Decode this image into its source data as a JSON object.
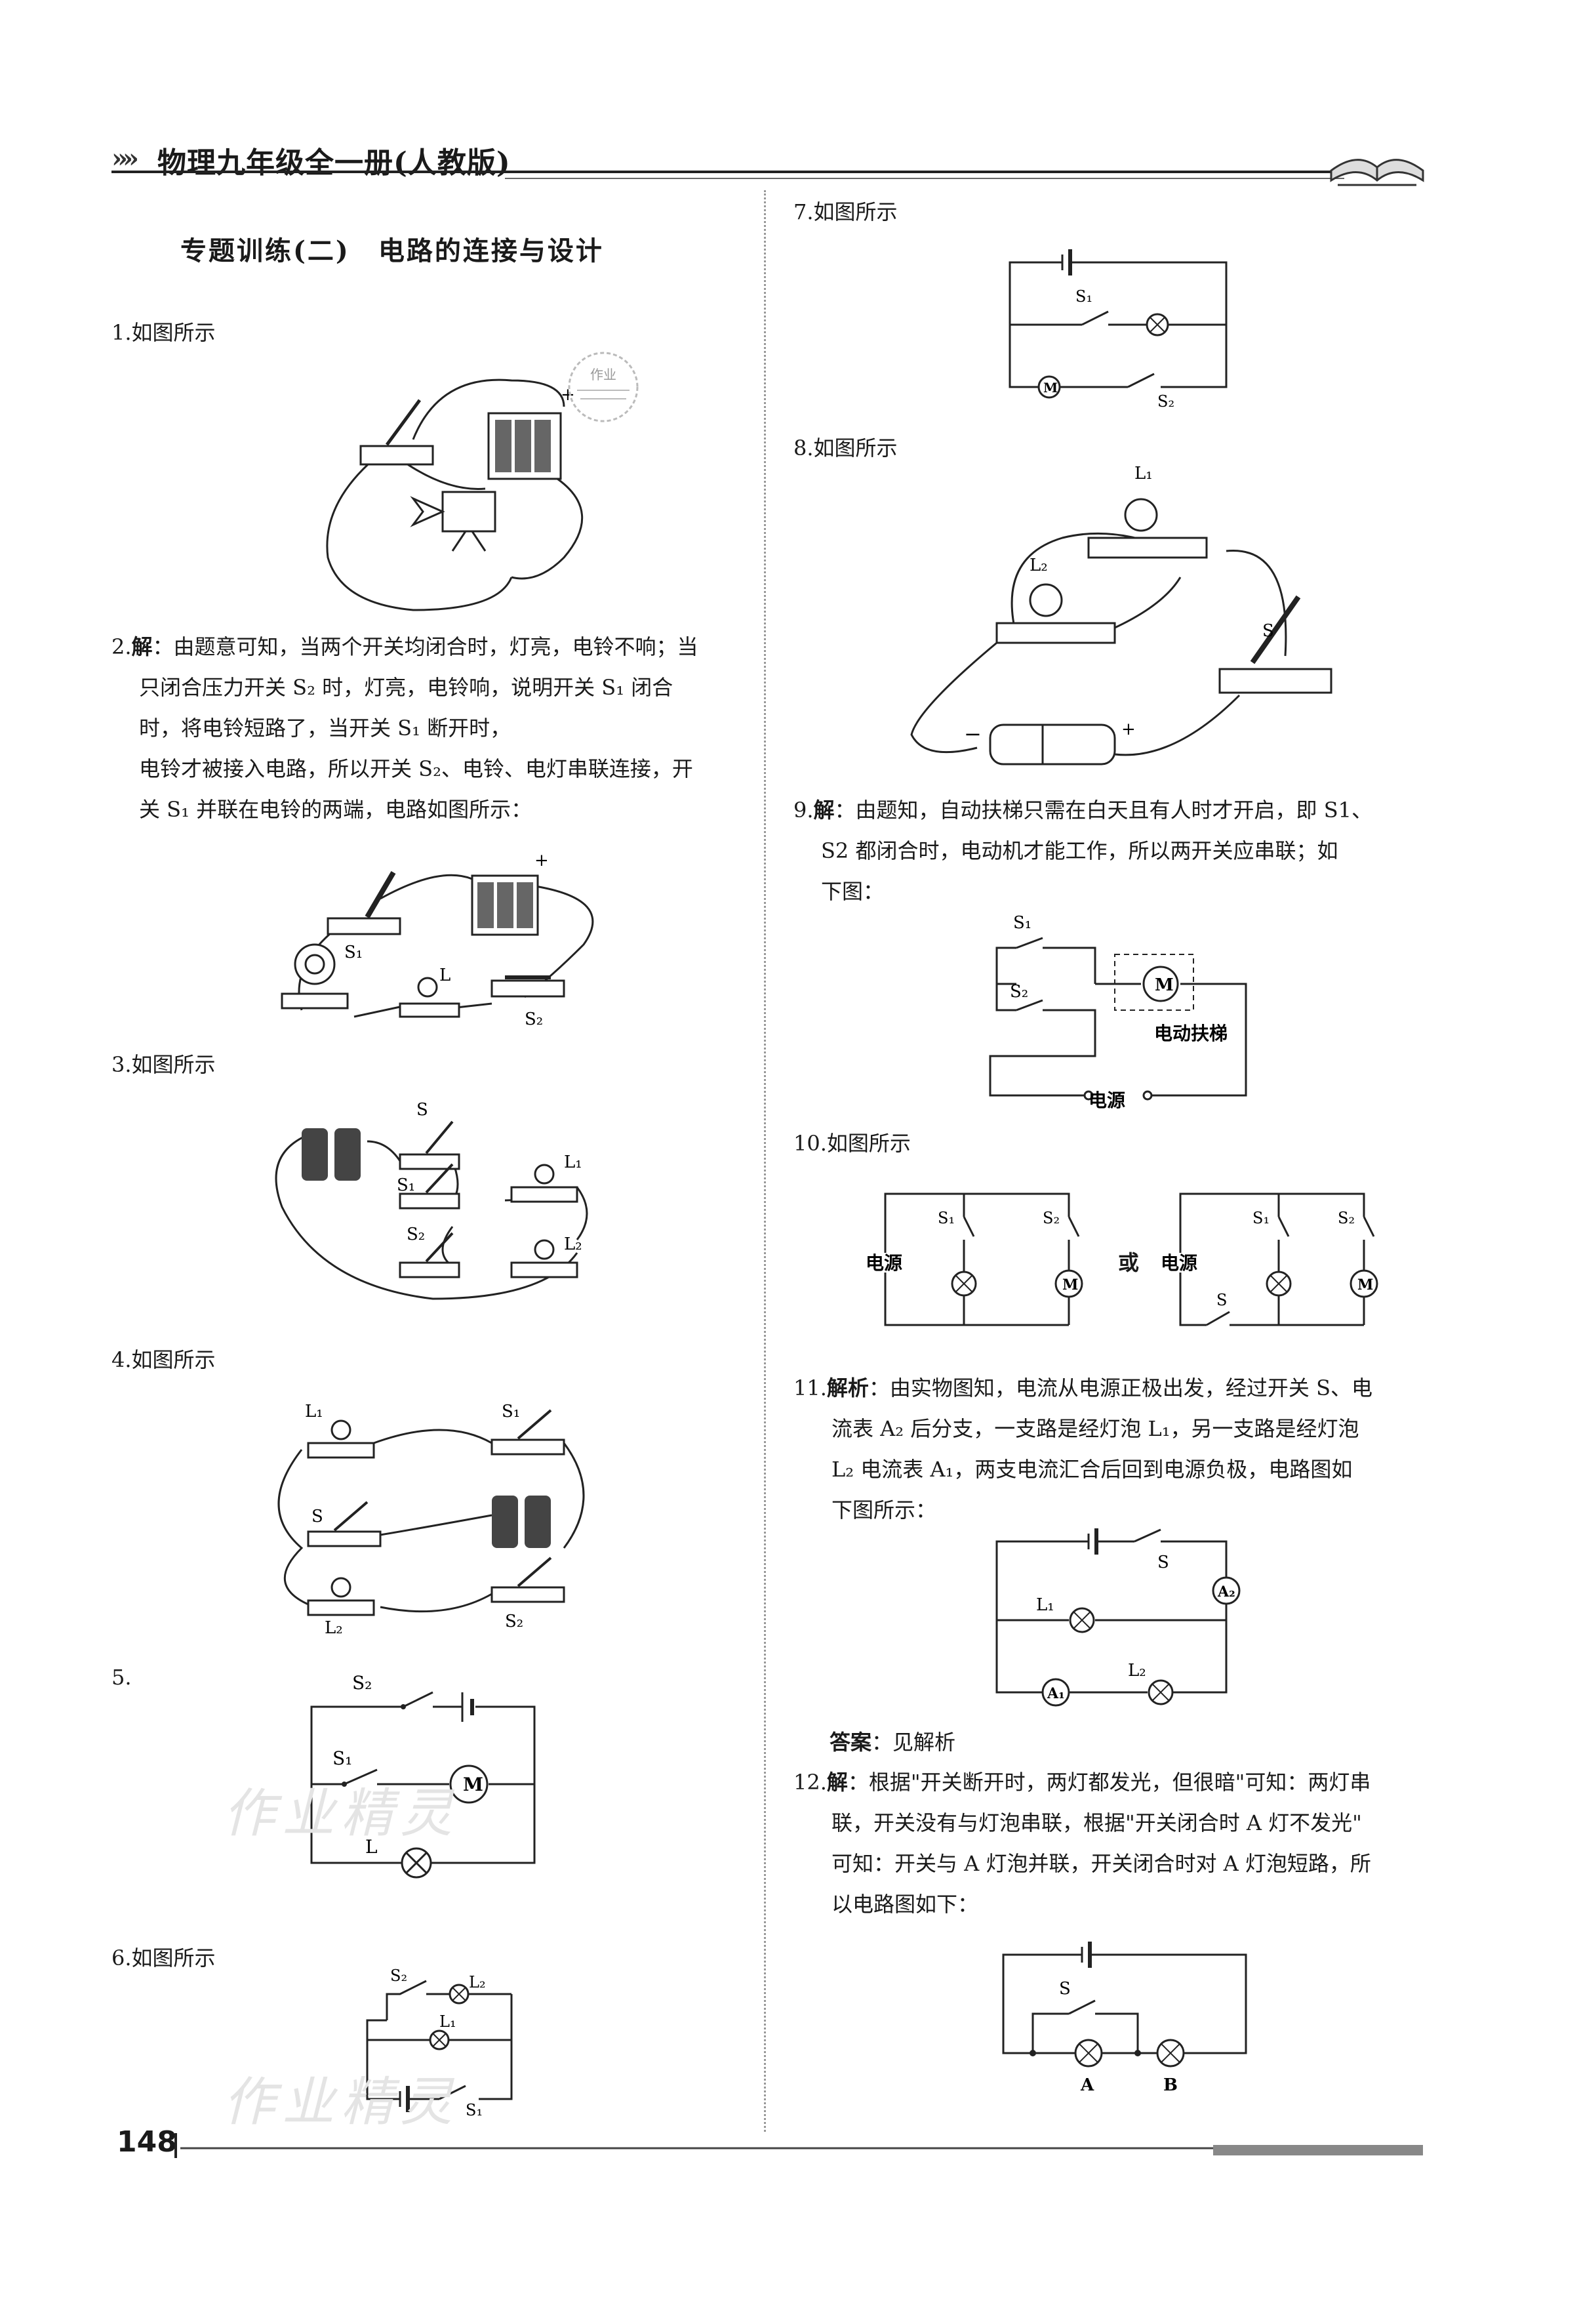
{
  "header": {
    "title": "物理九年级全一册(人教版)",
    "chevrons": "»»"
  },
  "section_title": "专题训练(二)　电路的连接与设计",
  "watermark": "作业精灵",
  "stamp_text": "作业",
  "left": {
    "q1": "1.如图所示",
    "q2": {
      "prefix": "2.",
      "bold": "解",
      "lines": [
        "：由题意可知，当两个开关均闭合时，灯亮，电铃不响；当",
        "只闭合压力开关 S₂ 时，灯亮，电铃响，说明开关 S₁ 闭合",
        "时，将电铃短路了，当开关 S₁ 断开时，",
        "电铃才被接入电路，所以开关 S₂、电铃、电灯串联连接，开",
        "关 S₁ 并联在电铃的两端，电路如图所示："
      ],
      "labels": {
        "s1": "S₁",
        "s2": "S₂",
        "l": "L",
        "plus": "+"
      }
    },
    "q3": {
      "text": "3.如图所示",
      "labels": {
        "s": "S",
        "s1": "S₁",
        "s2": "S₂",
        "l1": "L₁",
        "l2": "L₂"
      }
    },
    "q4": {
      "text": "4.如图所示",
      "labels": {
        "l1": "L₁",
        "l2": "L₂",
        "s": "S",
        "s1": "S₁",
        "s2": "S₂"
      }
    },
    "q5": {
      "text": "5.",
      "labels": {
        "s2": "S₂",
        "s1": "S₁",
        "m": "M",
        "l": "L"
      }
    },
    "q6": {
      "text": "6.如图所示",
      "labels": {
        "s2": "S₂",
        "l2": "L₂",
        "l1": "L₁",
        "s1": "S₁"
      }
    }
  },
  "right": {
    "q7": {
      "text": "7.如图所示",
      "labels": {
        "s1": "S₁",
        "s2": "S₂",
        "m": "M"
      }
    },
    "q8": {
      "text": "8.如图所示",
      "labels": {
        "l1": "L₁",
        "l2": "L₂",
        "s": "S",
        "minus": "−",
        "plus": "+"
      }
    },
    "q9": {
      "prefix": "9.",
      "bold": "解",
      "lines": [
        "：由题知，自动扶梯只需在白天且有人时才开启，即 S1、",
        "S2 都闭合时，电动机才能工作，所以两开关应串联；如",
        "下图："
      ],
      "labels": {
        "s1": "S₁",
        "s2": "S₂",
        "m": "M",
        "escalator": "电动扶梯",
        "power": "电源"
      }
    },
    "q10": {
      "text": "10.如图所示",
      "labels": {
        "power": "电源",
        "s": "S",
        "s1": "S₁",
        "s2": "S₂",
        "m": "M",
        "or": "或"
      }
    },
    "q11": {
      "prefix": "11.",
      "bold": "解析",
      "lines": [
        "：由实物图知，电流从电源正极出发，经过开关 S、电",
        "流表 A₂ 后分支，一支路是经灯泡 L₁，另一支路是经灯泡",
        "L₂ 电流表 A₁，两支电流汇合后回到电源负极，电路图如",
        "下图所示："
      ],
      "labels": {
        "s": "S",
        "a2": "A₂",
        "a1": "A₁",
        "l1": "L₁",
        "l2": "L₂"
      },
      "answer_bold": "答案",
      "answer_text": "：见解析"
    },
    "q12": {
      "prefix": "12.",
      "bold": "解",
      "lines": [
        "：根据\"开关断开时，两灯都发光，但很暗\"可知：两灯串",
        "联，开关没有与灯泡串联，根据\"开关闭合时 A 灯不发光\"",
        "可知：开关与 A 灯泡并联，开关闭合时对 A 灯泡短路，所",
        "以电路图如下："
      ],
      "labels": {
        "s": "S",
        "a": "A",
        "b": "B"
      }
    }
  },
  "page_number": "148"
}
